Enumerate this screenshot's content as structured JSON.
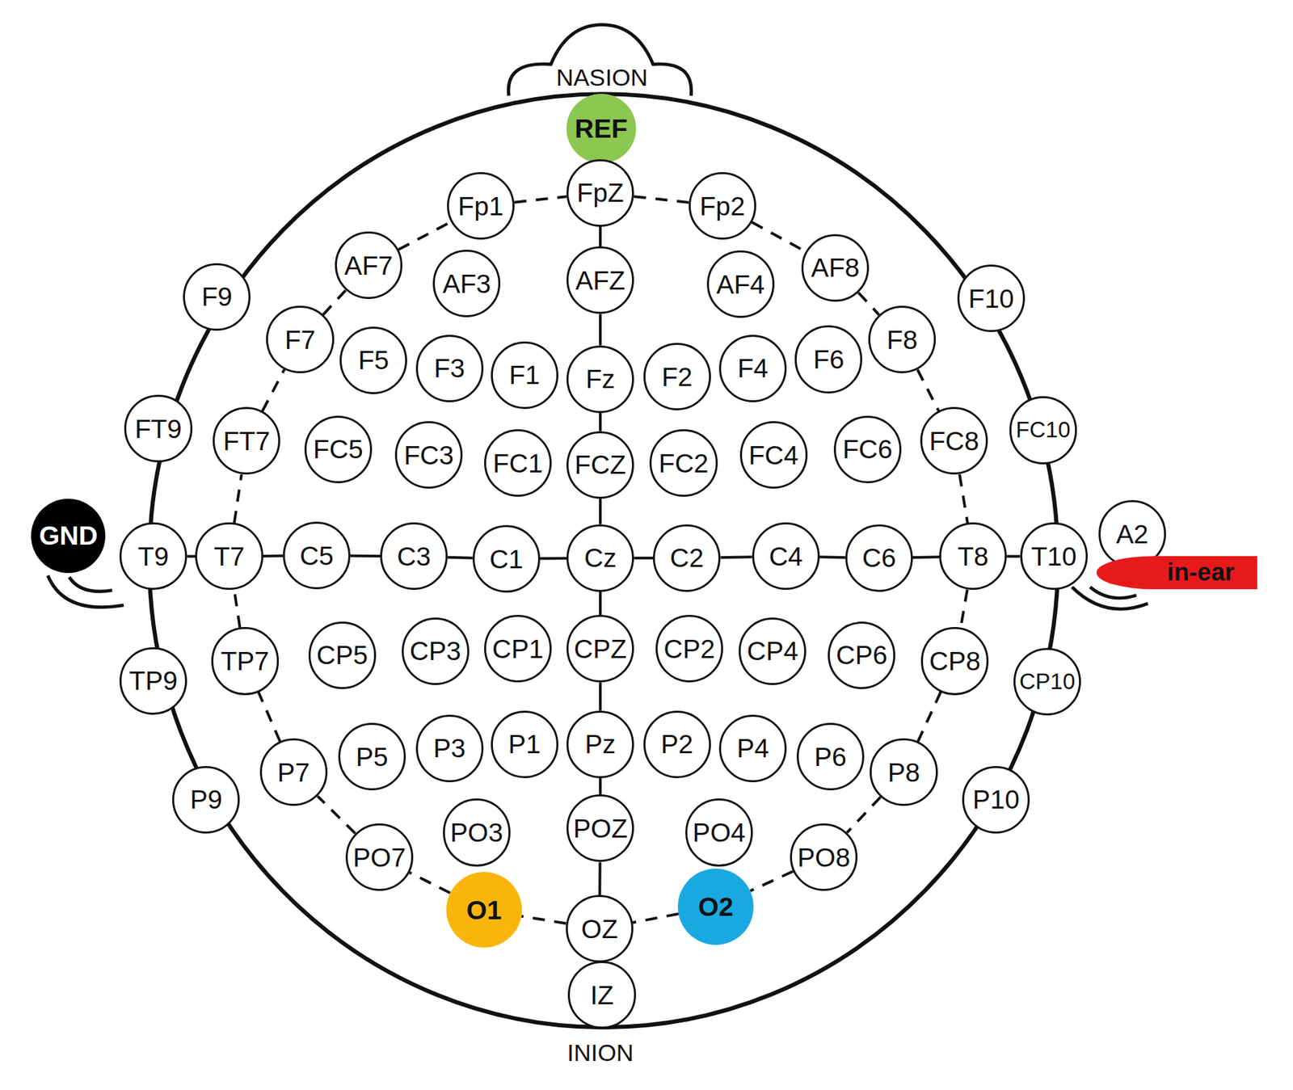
{
  "diagram": {
    "nodes": [
      {
        "text": [
          "REF"
        ]
      },
      {
        "text": [
          "Fp1"
        ]
      },
      {
        "text": [
          "FpZ"
        ]
      },
      {
        "text": [
          "Fp2"
        ]
      },
      {
        "text": [
          "AF7"
        ]
      },
      {
        "text": [
          "AF3"
        ]
      },
      {
        "text": [
          "AFZ"
        ]
      },
      {
        "text": [
          "AF4"
        ]
      },
      {
        "text": [
          "AF8"
        ]
      },
      {
        "text": [
          "F9"
        ]
      },
      {
        "text": [
          "F10"
        ]
      },
      {
        "text": [
          "F7"
        ]
      },
      {
        "text": [
          "F5"
        ]
      },
      {
        "text": [
          "F3"
        ]
      },
      {
        "text": [
          "F1"
        ]
      },
      {
        "text": [
          "Fz"
        ]
      },
      {
        "text": [
          "F2"
        ]
      },
      {
        "text": [
          "F4"
        ]
      },
      {
        "text": [
          "F6"
        ]
      },
      {
        "text": [
          "F8"
        ]
      },
      {
        "text": [
          "FT9"
        ]
      },
      {
        "text": [
          "FT7"
        ]
      },
      {
        "text": [
          "FC5"
        ]
      },
      {
        "text": [
          "FC3"
        ]
      },
      {
        "text": [
          "FC1"
        ]
      },
      {
        "text": [
          "FCZ"
        ]
      },
      {
        "text": [
          "FC2"
        ]
      },
      {
        "text": [
          "FC4"
        ]
      },
      {
        "text": [
          "FC6"
        ]
      },
      {
        "text": [
          "FC8"
        ]
      },
      {
        "text": [
          "FC10"
        ]
      },
      {
        "text": [
          "A2"
        ]
      },
      {
        "text": [
          "GND"
        ]
      },
      {
        "text": [
          "T9"
        ]
      },
      {
        "text": [
          "T7"
        ]
      },
      {
        "text": [
          "C5"
        ]
      },
      {
        "text": [
          "C3"
        ]
      },
      {
        "text": [
          "C1"
        ]
      },
      {
        "text": [
          "Cz"
        ]
      },
      {
        "text": [
          "C2"
        ]
      },
      {
        "text": [
          "C4"
        ]
      },
      {
        "text": [
          "C6"
        ]
      },
      {
        "text": [
          "T8"
        ]
      },
      {
        "text": [
          "T10"
        ]
      },
      {
        "text": [
          "in-ear"
        ]
      },
      {
        "text": [
          "TP9"
        ]
      },
      {
        "text": [
          "TP7"
        ]
      },
      {
        "text": [
          "CP5"
        ]
      },
      {
        "text": [
          "CP3"
        ]
      },
      {
        "text": [
          "CP1"
        ]
      },
      {
        "text": [
          "CPZ"
        ]
      },
      {
        "text": [
          "CP2"
        ]
      },
      {
        "text": [
          "CP4"
        ]
      },
      {
        "text": [
          "CP6"
        ]
      },
      {
        "text": [
          "CP8"
        ]
      },
      {
        "text": [
          "CP10"
        ]
      },
      {
        "text": [
          "P7"
        ]
      },
      {
        "text": [
          "P5"
        ]
      },
      {
        "text": [
          "P3"
        ]
      },
      {
        "text": [
          "P1"
        ]
      },
      {
        "text": [
          "Pz"
        ]
      },
      {
        "text": [
          "P2"
        ]
      },
      {
        "text": [
          "P4"
        ]
      },
      {
        "text": [
          "P6"
        ]
      },
      {
        "text": [
          "P8"
        ]
      },
      {
        "text": [
          "P9"
        ]
      },
      {
        "text": [
          "P10"
        ]
      },
      {
        "text": [
          "PO3"
        ]
      },
      {
        "text": [
          "POZ"
        ]
      },
      {
        "text": [
          "PO4"
        ]
      },
      {
        "text": [
          "PO7"
        ]
      },
      {
        "text": [
          "PO8"
        ]
      },
      {
        "text": [
          "O1"
        ]
      },
      {
        "text": [
          "OZ"
        ]
      },
      {
        "text": [
          "O2"
        ]
      },
      {
        "text": [
          "IZ"
        ]
      }
    ],
    "edges": [
      {
        "from": 1,
        "to": 2,
        "arrow": "none"
      },
      {
        "from": 2,
        "to": 3,
        "arrow": "none"
      },
      {
        "from": 3,
        "to": 8,
        "arrow": "none"
      },
      {
        "from": 8,
        "to": 19,
        "arrow": "none"
      },
      {
        "from": 19,
        "to": 29,
        "arrow": "none"
      },
      {
        "from": 29,
        "to": 42,
        "arrow": "none"
      },
      {
        "from": 42,
        "to": 54,
        "arrow": "none"
      },
      {
        "from": 54,
        "to": 64,
        "arrow": "none"
      },
      {
        "from": 64,
        "to": 71,
        "arrow": "none"
      },
      {
        "from": 71,
        "to": 74,
        "arrow": "none"
      },
      {
        "from": 74,
        "to": 73,
        "arrow": "none"
      },
      {
        "from": 73,
        "to": 72,
        "arrow": "none"
      },
      {
        "from": 72,
        "to": 70,
        "arrow": "none"
      },
      {
        "from": 70,
        "to": 56,
        "arrow": "none"
      },
      {
        "from": 56,
        "to": 46,
        "arrow": "none"
      },
      {
        "from": 46,
        "to": 34,
        "arrow": "none"
      },
      {
        "from": 34,
        "to": 21,
        "arrow": "none"
      },
      {
        "from": 21,
        "to": 11,
        "arrow": "none"
      },
      {
        "from": 11,
        "to": 4,
        "arrow": "none"
      },
      {
        "from": 4,
        "to": 1,
        "arrow": "none"
      },
      {
        "from": 2,
        "to": 6,
        "arrow": "none"
      },
      {
        "from": 6,
        "to": 15,
        "arrow": "none"
      },
      {
        "from": 15,
        "to": 25,
        "arrow": "none"
      },
      {
        "from": 25,
        "to": 38,
        "arrow": "none"
      },
      {
        "from": 38,
        "to": 50,
        "arrow": "none"
      },
      {
        "from": 50,
        "to": 60,
        "arrow": "none"
      },
      {
        "from": 60,
        "to": 68,
        "arrow": "none"
      },
      {
        "from": 68,
        "to": 73,
        "arrow": "none"
      },
      {
        "from": 73,
        "to": 75,
        "arrow": "none"
      },
      {
        "from": 33,
        "to": 34,
        "arrow": "none"
      },
      {
        "from": 34,
        "to": 35,
        "arrow": "none"
      },
      {
        "from": 35,
        "to": 36,
        "arrow": "none"
      },
      {
        "from": 36,
        "to": 37,
        "arrow": "none"
      },
      {
        "from": 37,
        "to": 38,
        "arrow": "none"
      },
      {
        "from": 38,
        "to": 39,
        "arrow": "none"
      },
      {
        "from": 39,
        "to": 40,
        "arrow": "none"
      },
      {
        "from": 40,
        "to": 41,
        "arrow": "none"
      },
      {
        "from": 41,
        "to": 42,
        "arrow": "none"
      },
      {
        "from": 42,
        "to": 43,
        "arrow": "none"
      }
    ],
    "labels": [
      "NASION",
      "INION"
    ]
  }
}
